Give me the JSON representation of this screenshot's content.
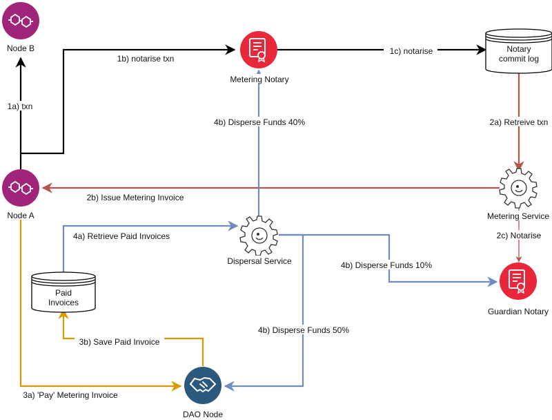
{
  "nodes": {
    "node_b": {
      "label": "Node B",
      "icon": "hexagon-nodes-icon"
    },
    "node_a": {
      "label": "Node A",
      "icon": "hexagon-nodes-icon"
    },
    "metering_notary": {
      "label": "Metering Notary",
      "icon": "certificate-icon"
    },
    "notary_log": {
      "label_line1": "Notary",
      "label_line2": "commit log",
      "icon": "database-cylinder"
    },
    "metering_service": {
      "label": "Metering Service",
      "icon": "gear-icon"
    },
    "dispersal_service": {
      "label": "Dispersal Service",
      "icon": "gear-icon"
    },
    "guardian_notary": {
      "label": "Guardian Notary",
      "icon": "certificate-icon"
    },
    "paid_invoices": {
      "label_line1": "Paid",
      "label_line2": "Invoices",
      "icon": "database-cylinder"
    },
    "dao_node": {
      "label": "DAO Node",
      "icon": "handshake-icon"
    }
  },
  "edges": {
    "e1a": "1a) txn",
    "e1b": "1b) notarise txn",
    "e1c": "1c) notarise",
    "e2a": "2a) Retreive txn",
    "e2b": "2b) Issue Metering Invoice",
    "e2c": "2c) Notarise",
    "e3a": "3a) 'Pay' Metering Invoice",
    "e3b": "3b) Save Paid Invoice",
    "e4a": "4a) Retrieve Paid Invoices",
    "e4b_40": "4b) Disperse Funds 40%",
    "e4b_10": "4b) Disperse Funds 10%",
    "e4b_50": "4b) Disperse Funds 50%"
  },
  "colors": {
    "node_magenta": "#a0257a",
    "notary_red": "#e8283a",
    "dao_blue": "#2b587d",
    "edge_black": "#000000",
    "edge_red": "#b85450",
    "edge_blue": "#6c8ebf",
    "edge_gold": "#d79b00"
  }
}
